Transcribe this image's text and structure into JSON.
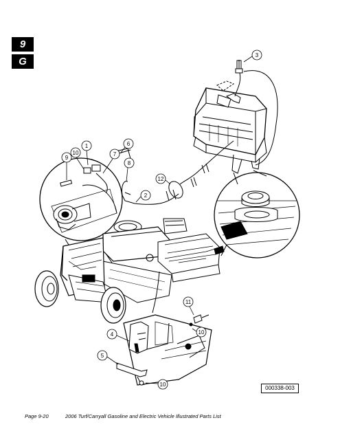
{
  "section_tab": {
    "top": "9",
    "bottom": "G"
  },
  "callouts": {
    "c1": "1",
    "c2": "2",
    "c3": "3",
    "c4": "4",
    "c5": "5",
    "c6": "6",
    "c7": "7",
    "c8": "8",
    "c9": "9",
    "c10a": "10",
    "c10b": "10",
    "c10c": "10",
    "c11": "11",
    "c12": "12"
  },
  "figure_ref": "000338-003",
  "footer": {
    "page": "Page 9-20",
    "title": "2006 Turf/Carryall Gasoline and Electric Vehicle Illustrated Parts List"
  }
}
